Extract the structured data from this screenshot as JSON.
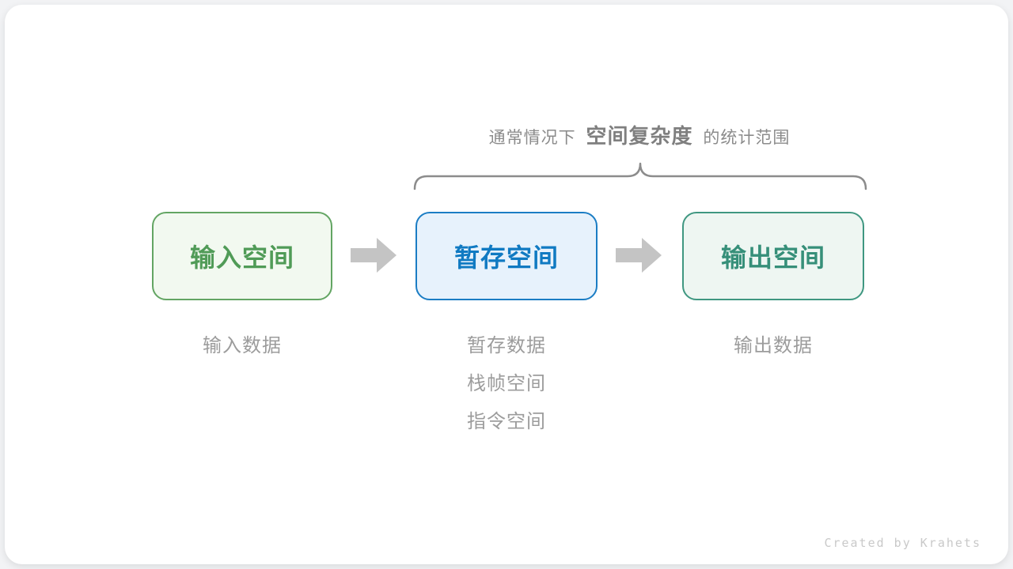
{
  "caption": {
    "prefix": "通常情况下",
    "highlight": "空间复杂度",
    "suffix": "的统计范围"
  },
  "columns": [
    {
      "id": "input",
      "box": {
        "label": "输入空间"
      },
      "colors": {
        "border": "#63a563",
        "bg": "#f2f9f0",
        "text": "#509b57"
      },
      "notes": [
        "输入数据"
      ]
    },
    {
      "id": "buffer",
      "box": {
        "label": "暂存空间"
      },
      "colors": {
        "border": "#1b7dc4",
        "bg": "#e7f2fc",
        "text": "#107ac2"
      },
      "notes": [
        "暂存数据",
        "栈帧空间",
        "指令空间"
      ]
    },
    {
      "id": "output",
      "box": {
        "label": "输出空间"
      },
      "colors": {
        "border": "#3f9781",
        "bg": "#eef6f2",
        "text": "#368f79"
      },
      "notes": [
        "输出数据"
      ]
    }
  ],
  "footer": {
    "credit": "Created by Krahets"
  },
  "palette": {
    "caption_text": "#8b8b8b",
    "caption_highlight": "#7f7f7f",
    "brace": "#8c8c8c",
    "arrow": "#c4c4c4",
    "note_text": "#9c9c9c",
    "footer_text": "#c9c9c9",
    "card_bg": "#ffffff"
  }
}
